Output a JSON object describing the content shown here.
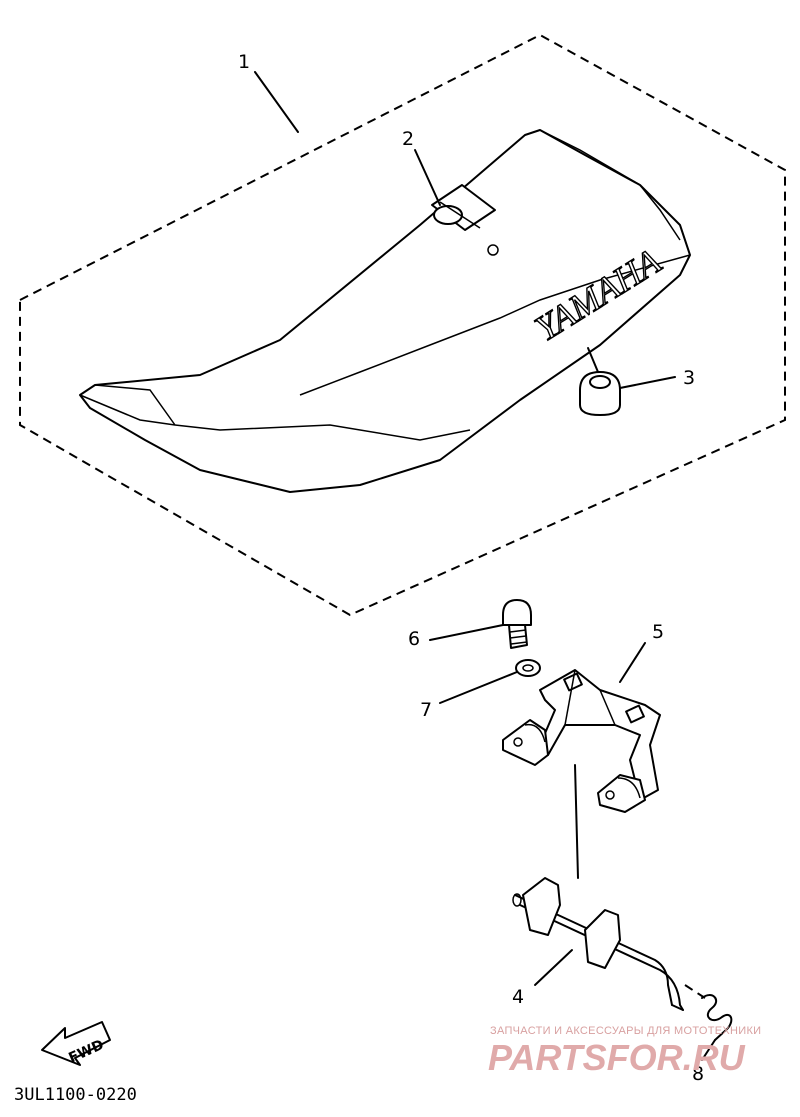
{
  "callouts": {
    "c1": "1",
    "c2": "2",
    "c3": "3",
    "c4": "4",
    "c5": "5",
    "c6": "6",
    "c7": "7",
    "c8": "8"
  },
  "seat_logo": "YAMAHA",
  "fwd_label": "FWD",
  "diagram_code": "3UL1100-0220",
  "watermark": {
    "tagline": "ЗАПЧАСТИ И АКСЕССУАРЫ ДЛЯ МОТОТЕХНИКИ",
    "brand": "PARTSFOR.RU",
    "color": "#e0aaaa"
  }
}
